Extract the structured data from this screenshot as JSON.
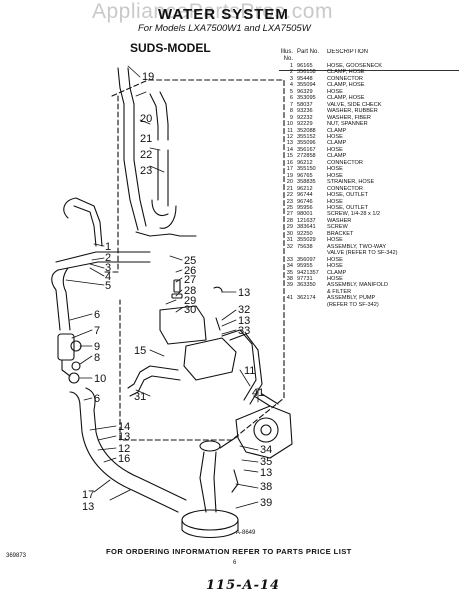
{
  "watermark": "AppliancePartsPros.com",
  "title": "WATER SYSTEM",
  "subtitle": "For Models LXA7500W1 and LXA7505W",
  "model_label": "SUDS-MODEL",
  "table_header": {
    "illus_no": "Illus. No.",
    "part_no": "Part No.",
    "description": "DESCRIPTION"
  },
  "parts": [
    {
      "illus": "1",
      "part": "96165",
      "desc": "HOSE, GOOSENECK"
    },
    {
      "illus": "2",
      "part": "356158",
      "desc": "CLAMP, HOSE"
    },
    {
      "illus": "3",
      "part": "95448",
      "desc": "CONNECTOR"
    },
    {
      "illus": "4",
      "part": "355094",
      "desc": "CLAMP, HOSE"
    },
    {
      "illus": "5",
      "part": "96329",
      "desc": "HOSE"
    },
    {
      "illus": "6",
      "part": "353095",
      "desc": "CLAMP, HOSE"
    },
    {
      "illus": "7",
      "part": "58037",
      "desc": "VALVE, SIDE CHECK"
    },
    {
      "illus": "8",
      "part": "93236",
      "desc": "WASHER, RUBBER"
    },
    {
      "illus": "9",
      "part": "92232",
      "desc": "WASHER, FIBER"
    },
    {
      "illus": "10",
      "part": "92229",
      "desc": "NUT, SPANNER"
    },
    {
      "illus": "11",
      "part": "352088",
      "desc": "CLAMP"
    },
    {
      "illus": "12",
      "part": "355152",
      "desc": "HOSE"
    },
    {
      "illus": "13",
      "part": "355096",
      "desc": "CLAMP"
    },
    {
      "illus": "14",
      "part": "356167",
      "desc": "HOSE"
    },
    {
      "illus": "15",
      "part": "272858",
      "desc": "CLAMP"
    },
    {
      "illus": "16",
      "part": "96212",
      "desc": "CONNECTOR"
    },
    {
      "illus": "17",
      "part": "355150",
      "desc": "HOSE"
    },
    {
      "illus": "19",
      "part": "96765",
      "desc": "HOSE"
    },
    {
      "illus": "20",
      "part": "358835",
      "desc": "STRAINER, HOSE"
    },
    {
      "illus": "21",
      "part": "96212",
      "desc": "CONNECTOR"
    },
    {
      "illus": "22",
      "part": "96744",
      "desc": "HOSE, OUTLET"
    },
    {
      "illus": "23",
      "part": "96746",
      "desc": "HOSE"
    },
    {
      "illus": "25",
      "part": "95956",
      "desc": "HOSE, OUTLET"
    },
    {
      "illus": "27",
      "part": "98001",
      "desc": "SCREW, 1/4-28 x 1/2"
    },
    {
      "illus": "28",
      "part": "121637",
      "desc": "WASHER"
    },
    {
      "illus": "29",
      "part": "383641",
      "desc": "SCREW"
    },
    {
      "illus": "30",
      "part": "92250",
      "desc": "BRACKET"
    },
    {
      "illus": "31",
      "part": "355029",
      "desc": "HOSE"
    },
    {
      "illus": "32",
      "part": "75638",
      "desc": "ASSEMBLY, TWO-WAY"
    },
    {
      "illus": "",
      "part": "",
      "desc": "VALVE (REFER TO SF-342)"
    },
    {
      "illus": "33",
      "part": "356097",
      "desc": "HOSE"
    },
    {
      "illus": "34",
      "part": "95955",
      "desc": "HOSE"
    },
    {
      "illus": "35",
      "part": "9421357",
      "desc": "CLAMP"
    },
    {
      "illus": "38",
      "part": "97731",
      "desc": "HOSE"
    },
    {
      "illus": "39",
      "part": "363350",
      "desc": "ASSEMBLY, MANIFOLD"
    },
    {
      "illus": "",
      "part": "",
      "desc": "& FILTER"
    },
    {
      "illus": "41",
      "part": "362174",
      "desc": "ASSEMBLY, PUMP"
    },
    {
      "illus": "",
      "part": "",
      "desc": "(REFER TO SF-342)"
    }
  ],
  "callouts": {
    "c19": "19",
    "c20": "20",
    "c21": "21",
    "c22": "22",
    "c23": "23",
    "c1": "1",
    "c2": "2",
    "c3": "3",
    "c4": "4",
    "c5": "5",
    "c25": "25",
    "c26": "26",
    "c27": "27",
    "c28": "28",
    "c29": "29",
    "c30": "30",
    "c13a": "13",
    "c32": "32",
    "c13b": "13",
    "c33": "33",
    "c6": "6",
    "c7": "7",
    "c9": "9",
    "c8": "8",
    "c10": "10",
    "c15": "15",
    "c11": "11",
    "c31": "31",
    "c41": "41",
    "c14": "14",
    "c13c": "13",
    "c12": "12",
    "c16": "16",
    "c34": "34",
    "c35": "35",
    "c13d": "13",
    "c38": "38",
    "c39": "39",
    "c17": "17",
    "c13e": "13"
  },
  "part_ref": "A-8649",
  "doc_number": "369873",
  "footer": "FOR ORDERING INFORMATION REFER TO PARTS PRICE LIST",
  "page_number": "6",
  "handwritten": "115-A-14"
}
